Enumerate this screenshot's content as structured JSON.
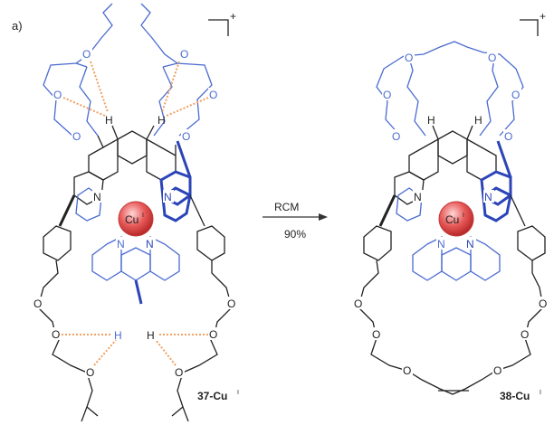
{
  "panel_label": "a)",
  "reaction": {
    "reagent": "RCM",
    "yield": "90%"
  },
  "charge": "+",
  "atoms": {
    "oxygen": "O",
    "nitrogen": "N",
    "hydrogen": "H"
  },
  "left": {
    "compound_number": "37-Cu",
    "oxidation_state": "I",
    "metal_symbol": "Cu",
    "metal_oxidation": "I"
  },
  "right": {
    "compound_number": "38-Cu",
    "oxidation_state": "I",
    "metal_symbol": "Cu",
    "metal_oxidation": "I"
  },
  "colors": {
    "blue": "#4a6bd0",
    "blue_bold": "#2b44b8",
    "black": "#222222",
    "hbond": "#f0a060",
    "copper": "#e04a4a",
    "copper_glow": "#f7b0b0"
  }
}
